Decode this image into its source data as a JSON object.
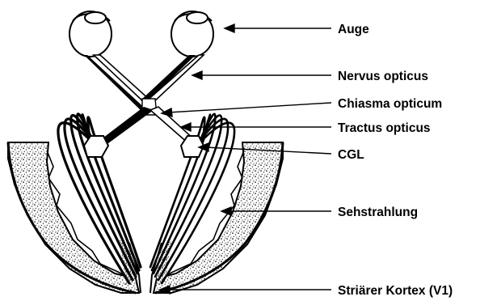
{
  "labels": {
    "eye": "Auge",
    "optic_nerve": "Nervus opticus",
    "chiasm": "Chiasma opticum",
    "tract": "Tractus opticus",
    "lgn": "CGL",
    "radiation": "Sehstrahlung",
    "cortex": "Striärer Kortex (V1)"
  },
  "colors": {
    "ink": "#000000",
    "paper": "#ffffff",
    "stipple": "#555555"
  }
}
